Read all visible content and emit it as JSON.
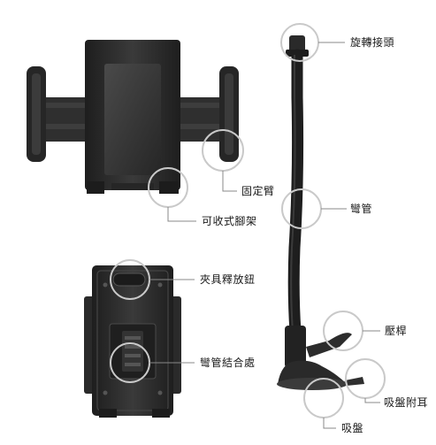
{
  "callouts": {
    "rotary_joint": "旋轉接頭",
    "fixed_arm": "固定臂",
    "retractable_foot": "可收式腳架",
    "gooseneck": "彎管",
    "clamp_release": "夾具釋放鈕",
    "gooseneck_joint": "彎管結合處",
    "pressure_lever": "壓桿",
    "suction_tab": "吸盤附耳",
    "suction_cup": "吸盤"
  },
  "colors": {
    "device": "#2b2b2b",
    "device_dark": "#1c1c1c",
    "callout_circle": "#c9c9c9",
    "leader_line": "#888888"
  }
}
